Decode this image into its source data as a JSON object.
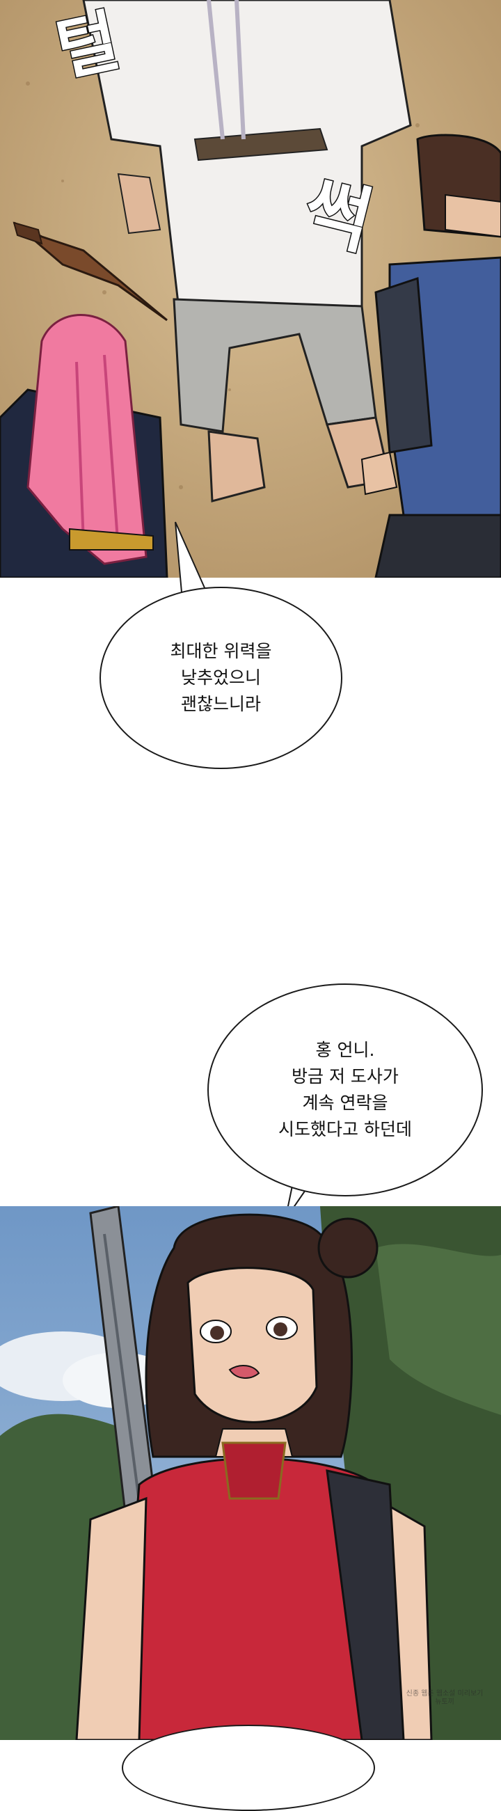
{
  "sfx": {
    "first": "털",
    "second": "썩"
  },
  "bubbles": [
    {
      "text": "최대한 위력을\n낮추었으니\n괜찮느니라"
    },
    {
      "text": "홍 언니.\n방금 저 도사가\n계속 연락을\n시도했다고 하던데"
    }
  ],
  "watermark": {
    "line1": "신종 웹툰 웹소설 미리보기",
    "line2": "뉴토끼"
  },
  "colors": {
    "ground": "#c7ab83",
    "sky": "#7fa3c8",
    "foliage": "#3f5a34",
    "dress": "#c8283a"
  }
}
